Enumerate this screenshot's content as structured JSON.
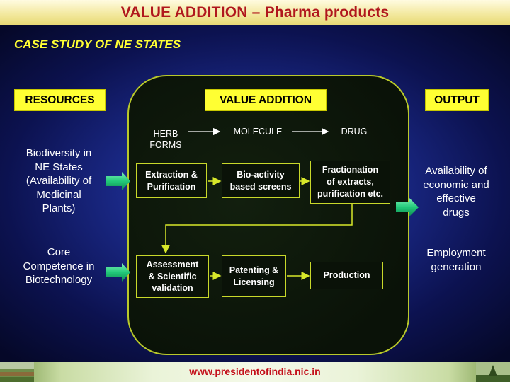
{
  "title": "VALUE ADDITION – Pharma products",
  "subtitle": "CASE STUDY OF NE STATES",
  "headers": {
    "resources": "RESOURCES",
    "value_addition": "VALUE ADDITION",
    "output": "OUTPUT"
  },
  "flow": {
    "herb_forms_line1": "HERB",
    "herb_forms_line2": "FORMS",
    "molecule": "MOLECULE",
    "drug": "DRUG"
  },
  "resources": {
    "biodiversity": [
      "Biodiversity in",
      "NE States",
      "(Availability of",
      "Medicinal",
      "Plants)"
    ],
    "core": [
      "Core",
      "Competence in",
      "Biotechnology"
    ]
  },
  "boxes": {
    "extraction": [
      "Extraction &",
      "Purification"
    ],
    "bioactivity": [
      "Bio-activity",
      "based screens"
    ],
    "fractionation": [
      "Fractionation",
      "of extracts,",
      "purification etc."
    ],
    "assessment": [
      "Assessment",
      "& Scientific",
      "validation"
    ],
    "patenting": [
      "Patenting &",
      "Licensing"
    ],
    "production": [
      "Production"
    ]
  },
  "outputs": {
    "availability": [
      "Availability  of",
      "economic and",
      "effective",
      "drugs"
    ],
    "employment": [
      "Employment",
      "generation"
    ]
  },
  "footer": {
    "url": "www.presidentofindia.nic.in"
  },
  "colors": {
    "title_red": "#b0171d",
    "label_yellow": "#ffff33",
    "panel_border": "#b9c92a",
    "arrow_green": "#22c97a",
    "url_red": "#c4111b"
  }
}
